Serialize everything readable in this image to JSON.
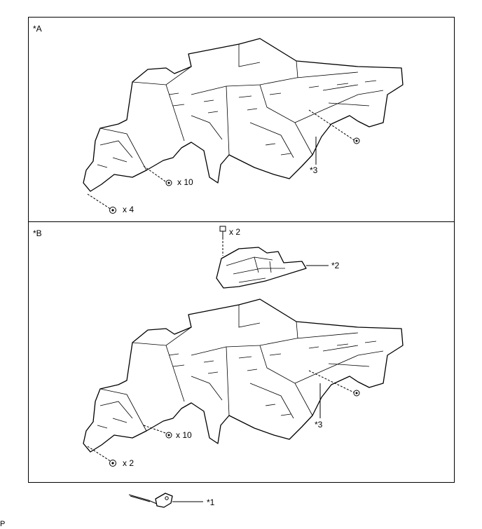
{
  "panel_a": {
    "tag": "*A",
    "callout_3": "*3",
    "qty_bolts_center": "x 10",
    "qty_bolts_left": "x 4"
  },
  "panel_b": {
    "tag": "*B",
    "qty_bolts_top": "x 2",
    "callout_2": "*2",
    "callout_3": "*3",
    "qty_bolts_center": "x 10",
    "qty_bolts_left": "x 2"
  },
  "footer": {
    "callout_1": "*1",
    "corner_mark": "P"
  }
}
